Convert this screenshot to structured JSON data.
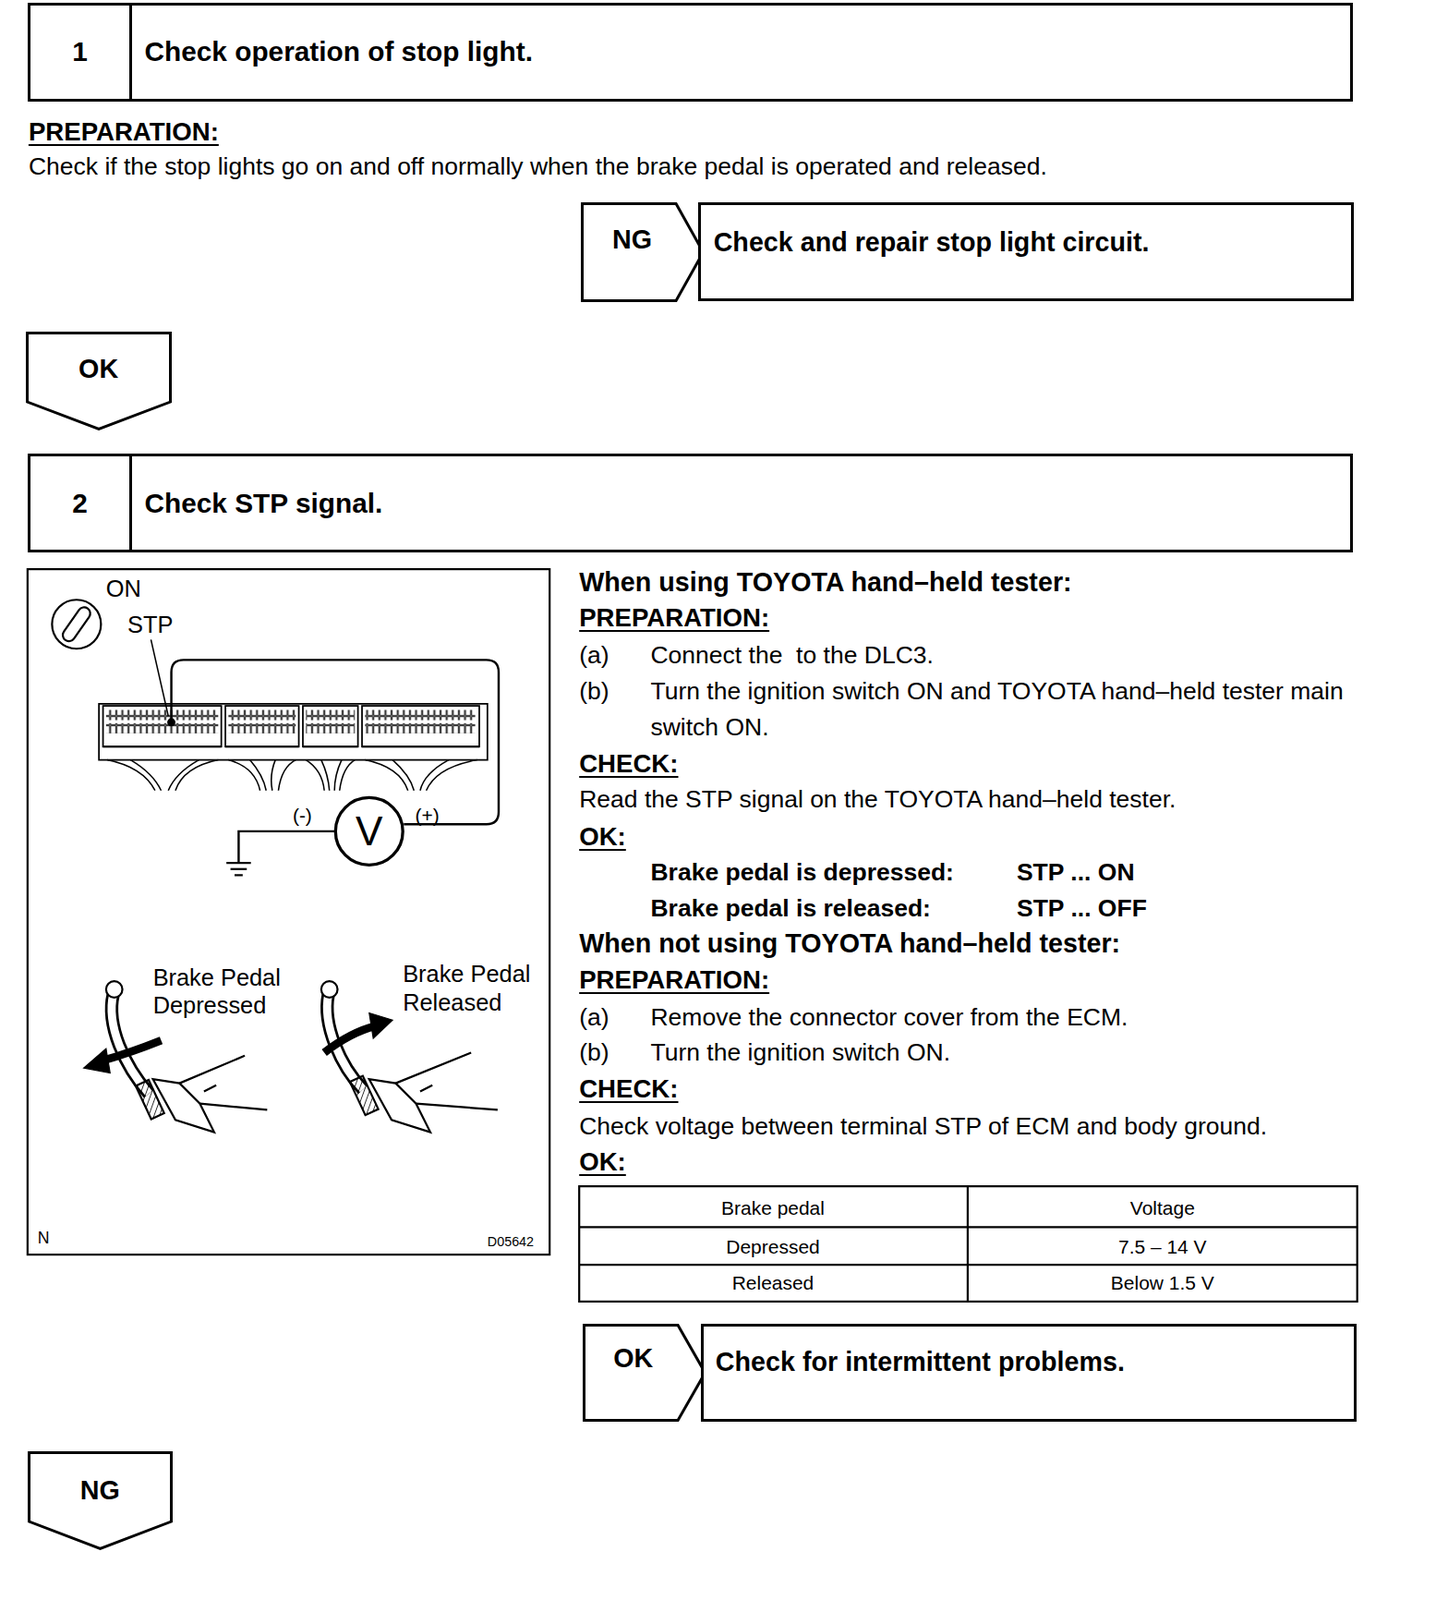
{
  "diagram": {
    "nodes": [
      {
        "text": [
          "1",
          "Check operation of stop light."
        ]
      },
      {
        "text": [
          "NG"
        ]
      },
      {
        "text": [
          "Check and repair stop light circuit."
        ]
      },
      {
        "text": [
          "OK"
        ]
      },
      {
        "text": [
          "2",
          "Check STP signal."
        ]
      },
      {
        "text": [
          "OK"
        ]
      },
      {
        "text": [
          "Check for intermittent problems."
        ]
      },
      {
        "text": [
          "NG"
        ]
      }
    ],
    "labels": [
      "PREPARATION:",
      "Check if the stop lights go on and off normally when the brake pedal is operated and released.",
      "ON",
      "STP",
      "(-)",
      "V",
      "(+)",
      "Brake Pedal Depressed",
      "Brake Pedal Released",
      "N",
      "D05642",
      "When using TOYOTA hand–held tester:",
      "PREPARATION:",
      "(a)",
      "Connect the  to the DLC3.",
      "(b)",
      "Turn the ignition switch ON and TOYOTA hand–held tester main switch ON.",
      "CHECK:",
      "Read the STP signal on the TOYOTA hand–held tester.",
      "OK:",
      "Brake pedal is depressed:",
      "STP ... ON",
      "Brake pedal is released:",
      "STP ... OFF",
      "When not using TOYOTA hand–held tester:",
      "PREPARATION:",
      "(a)",
      "Remove the connector cover from the ECM.",
      "(b)",
      "Turn the ignition switch ON.",
      "CHECK:",
      "Check voltage between terminal STP of ECM and body ground.",
      "OK:",
      "Brake pedal",
      "Voltage",
      "Depressed",
      "7.5 – 14 V",
      "Released",
      "Below 1.5 V"
    ]
  }
}
